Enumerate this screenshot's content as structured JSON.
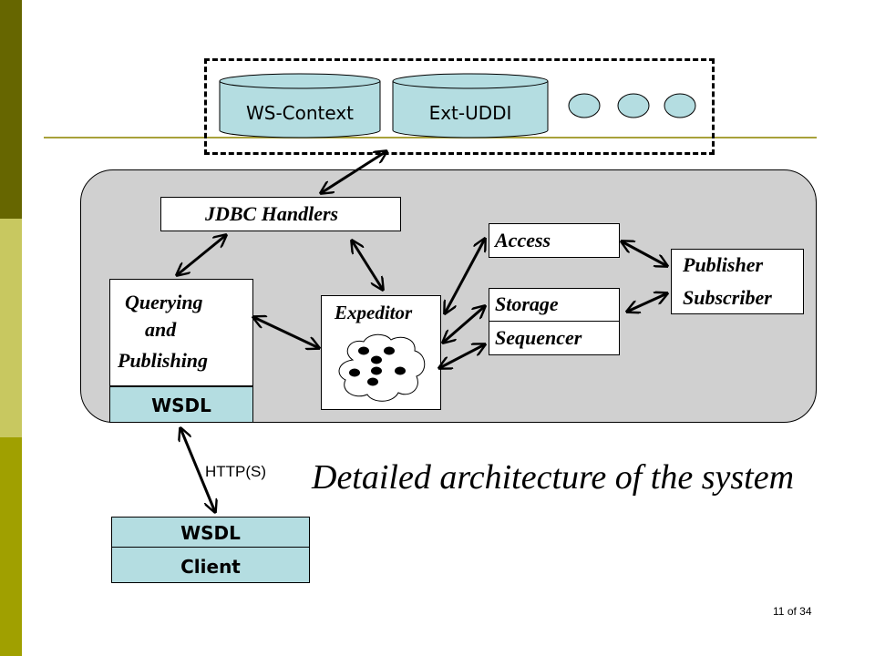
{
  "slide": {
    "title": "Detailed architecture of the system",
    "page_number": "11",
    "page_of": "of 34"
  },
  "storage": {
    "ws_context": "WS-Context",
    "ext_uddi": "Ext-UDDI"
  },
  "components": {
    "jdbc_handlers": "JDBC Handlers",
    "querying_line1": "Querying",
    "querying_line2": "and",
    "querying_line3": "Publishing",
    "service_wsdl": "WSDL",
    "expeditor": "Expeditor",
    "access": "Access",
    "storage": "Storage",
    "sequencer": "Sequencer",
    "publisher": "Publisher",
    "subscriber": "Subscriber"
  },
  "client": {
    "wsdl": "WSDL",
    "label": "Client",
    "protocol": "HTTP(S)"
  },
  "colors": {
    "sidebar_dark": "#666600",
    "sidebar_mid": "#c8c860",
    "sidebar_olive": "#a0a000",
    "rule": "#a8a13a",
    "container": "#d0d0d0",
    "teal": "#b4dde1"
  }
}
